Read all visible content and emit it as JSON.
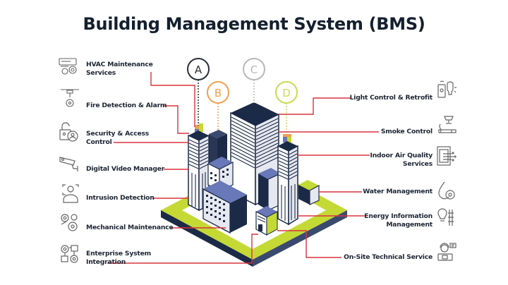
{
  "title": "Building Management System (BMS)",
  "colors": {
    "title": "#14202e",
    "connector": "#d9333f",
    "navy": "#1b2a47",
    "slate_blue": "#6878b8",
    "lime": "#c5d934",
    "circle_a": "#2b2f36",
    "circle_b": "#f0a050",
    "circle_c": "#b8b8b8",
    "circle_d": "#c8dc50"
  },
  "markers": [
    {
      "id": "A",
      "label": "A",
      "color": "#2b2f36"
    },
    {
      "id": "B",
      "label": "B",
      "color": "#f0a050"
    },
    {
      "id": "C",
      "label": "C",
      "color": "#b8b8b8"
    },
    {
      "id": "D",
      "label": "D",
      "color": "#c8dc50"
    }
  ],
  "left_services": [
    {
      "label_line1": "HVAC Maintenance",
      "label_line2": "Services",
      "icon": "hvac-gear-icon"
    },
    {
      "label_line1": "Fire Detection & Alarm",
      "label_line2": "",
      "icon": "sprinkler-icon"
    },
    {
      "label_line1": "Security & Access",
      "label_line2": "Control",
      "icon": "lock-user-icon"
    },
    {
      "label_line1": "Digital Video Manager",
      "label_line2": "",
      "icon": "cctv-camera-icon"
    },
    {
      "label_line1": "Intrusion Detection",
      "label_line2": "",
      "icon": "face-scan-icon"
    },
    {
      "label_line1": "Mechanical Maintenance",
      "label_line2": "",
      "icon": "gears-wrench-icon"
    },
    {
      "label_line1": "Enterprise System",
      "label_line2": "Integration",
      "icon": "integration-gears-icon"
    }
  ],
  "right_services": [
    {
      "label_line1": "Light Control & Retrofit",
      "label_line2": "",
      "icon": "smart-bulb-icon"
    },
    {
      "label_line1": "Smoke Control",
      "label_line2": "",
      "icon": "smoke-detector-icon"
    },
    {
      "label_line1": "Indoor Air Quality",
      "label_line2": "Services",
      "icon": "air-vent-icon"
    },
    {
      "label_line1": "Water Management",
      "label_line2": "",
      "icon": "water-drop-gear-icon"
    },
    {
      "label_line1": "Energy Information",
      "label_line2": "Management",
      "icon": "energy-bulb-icon"
    },
    {
      "label_line1": "On-Site Technical Service",
      "label_line2": "",
      "icon": "technician-icon"
    }
  ]
}
